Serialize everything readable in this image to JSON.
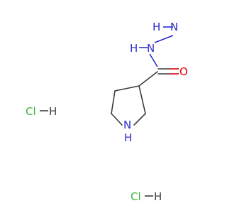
{
  "molecule": {
    "labels": {
      "h2n_h": "H",
      "h2n_n": "N",
      "nh_n": "N",
      "nh_h": "H",
      "carbonyl_o": "O",
      "ring_n": "N",
      "ring_h": "H"
    },
    "salts": [
      {
        "cl": "Cl",
        "h": "H"
      },
      {
        "cl": "Cl",
        "h": "H"
      }
    ]
  },
  "colors": {
    "nitrogen": "#2c2ccc",
    "oxygen": "#e00000",
    "carbon_bond": "#3c3c3c",
    "chlorine": "#3cb43c",
    "hydrogen": "#3c3c3c"
  }
}
